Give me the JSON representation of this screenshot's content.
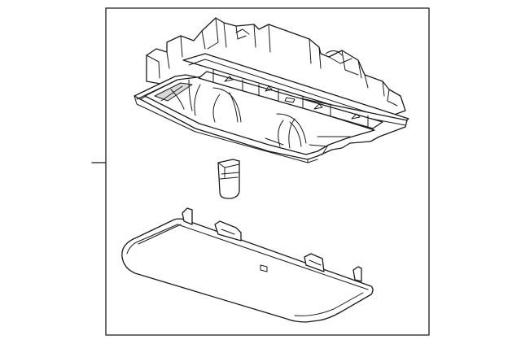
{
  "diagram": {
    "labels": [],
    "parts": [
      {
        "id": "console-housing",
        "kind": "overhead console housing"
      },
      {
        "id": "bulb",
        "kind": "lamp bulb"
      },
      {
        "id": "lens-cover",
        "kind": "lamp lens cover"
      }
    ],
    "colors": {
      "line": "#1a1a1a",
      "background": "#ffffff",
      "shade": "#d9d9d9"
    }
  }
}
